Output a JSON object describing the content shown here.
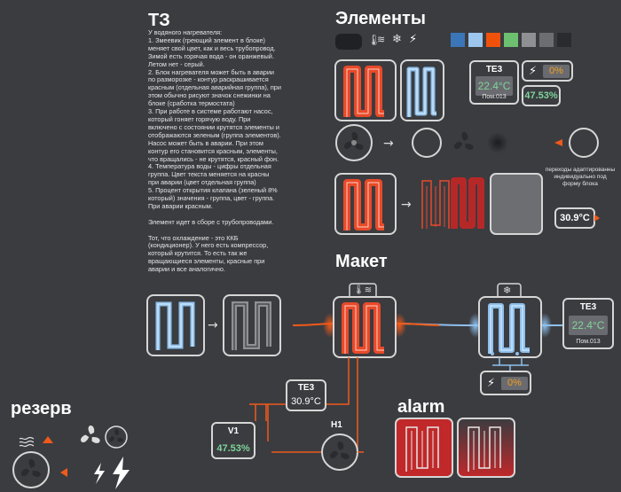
{
  "tz": {
    "title": "ТЗ",
    "body": "У водяного нагревателя:\n1. Змеевик (греющий элемент в блоке) меняет свой цвет, как и весь трубопровод. Зимой есть горячая вода - он оранжевый. Летом нет - серый.\n2. Блок нагревателя может быть в аварии по разморозке - контур раскрашивается красным (отдельная аварийная группа), при этом обычно рисуют значок снежинки на блоке (сработка термостата)\n3. При работе в системе работают насос, который гоняет горячую воду. При включено с состоянии крутятся элементы и отображаются зеленым (группа элементов). Насос может быть в аварии. При этом контур его становится красным, элементы, что вращались - не крутятся, красный фон.\n4. Температура воды - цифры отдельная группа. Цвет текста меняется на красны при аварии (цвет отдельная группа)\n5. Процент открытия клапана (зеленый 8% который) значения - группа, цвет - группа. При аварии красным.\n\nЭлемент идет в сборе с трубопроводами.\n\nТот, что охлаждение - это ККБ (кондиционер). У него есть компрессор, который крутится. То есть так же вращающиеся элементы, красные при аварии и все аналогично."
  },
  "sections": {
    "elements": "Элементы",
    "layout": "Макет",
    "reserve": "резерв",
    "alarm": "alarm"
  },
  "palette": [
    "#3a76b8",
    "#9cc6ee",
    "#f0520c",
    "#6cc070",
    "#8e9093",
    "#6d6e72",
    "#2a2b2e"
  ],
  "colors": {
    "hot": "#e84a2a",
    "cold": "#8ec0ec",
    "pipe": "#f05a1a",
    "green": "#7ed49a",
    "orange": "#f2a020",
    "alarm": "#c0282a"
  },
  "elements": {
    "te3": {
      "title": "ТЕ3",
      "value": "22.4°C",
      "sub": "Пом.013"
    },
    "valve": {
      "percent": "0%",
      "open": "47.53%"
    },
    "temp": "30.9°C",
    "note": "переходы адаптированны индивидуально под форму блока"
  },
  "layout": {
    "te3_right": {
      "title": "ТЕ3",
      "value": "22.4°C",
      "sub": "Пом.013"
    },
    "valve_percent": "0%",
    "te3_pipe": {
      "title": "ТЕ3",
      "value": "30.9°C"
    },
    "v1": {
      "title": "V1",
      "value": "47.53%"
    },
    "h1": {
      "title": "H1"
    }
  },
  "icons": [
    "heater-icon",
    "thermometer-icon",
    "heat-wave-icon",
    "snowflake-icon",
    "lightning-icon",
    "fan-icon"
  ]
}
